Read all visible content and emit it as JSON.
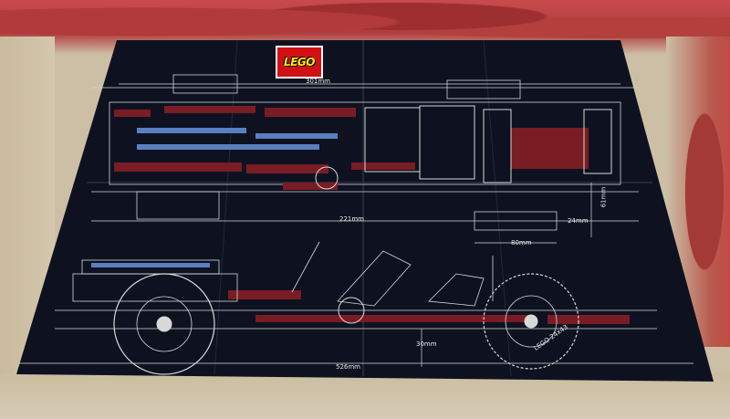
{
  "poster": {
    "logo_text": "LEGO",
    "dimensions": {
      "top_width": "301mm",
      "mid_width": "221mm",
      "right_height": "61mm",
      "right_small": "24mm",
      "mid_right": "80mm",
      "bottom_width": "526mm",
      "bottom_height": "30mm"
    },
    "wheel_label": "LEGO 24x43"
  },
  "colors": {
    "poster_bg": "#0e1220",
    "brick_red": "#7a1c24",
    "brick_white": "#d8d8d8",
    "brick_blue": "#5a7fc0",
    "logo_red": "#d01012",
    "logo_yellow": "#ffeb00"
  }
}
